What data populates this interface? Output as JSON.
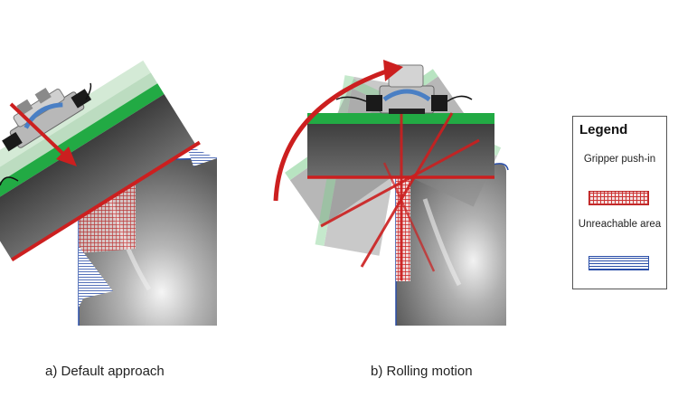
{
  "captions": {
    "a": "a) Default approach",
    "b": "b) Rolling motion"
  },
  "legend": {
    "title": "Legend",
    "items": [
      {
        "label": "Gripper push-in",
        "pattern": "red-grid"
      },
      {
        "label": "Unreachable area",
        "pattern": "blue-horizontal-lines"
      }
    ]
  },
  "colors": {
    "gripper_green": "#22aa44",
    "red_line": "#cc1f1f",
    "unreachable_blue": "#2a4ea8",
    "block_gray": "#4d4d4d",
    "surface_gray": "#8a8a8a"
  }
}
